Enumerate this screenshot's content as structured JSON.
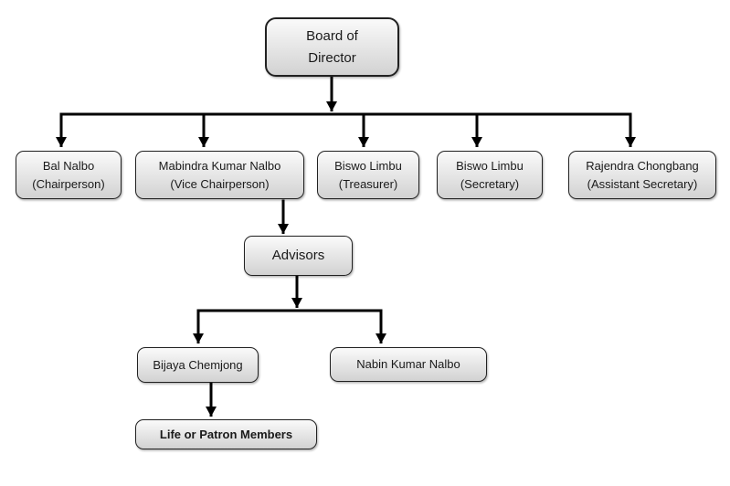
{
  "colors": {
    "background": "#ffffff",
    "box_border": "#212121",
    "box_fill_top": "#fafafa",
    "box_fill_bottom": "#d2d2d2",
    "connector": "#000000",
    "text": "#1a1a1a"
  },
  "chart_data": {
    "type": "org-chart",
    "nodes": {
      "board": {
        "lines": [
          "Board of",
          "Director"
        ]
      },
      "chairperson": {
        "lines": [
          "Bal Nalbo",
          "(Chairperson)"
        ]
      },
      "vice_chairperson": {
        "lines": [
          "Mabindra Kumar Nalbo",
          "(Vice Chairperson)"
        ]
      },
      "treasurer": {
        "lines": [
          "Biswo Limbu",
          "(Treasurer)"
        ]
      },
      "secretary": {
        "lines": [
          "Biswo Limbu",
          "(Secretary)"
        ]
      },
      "assistant_secretary": {
        "lines": [
          "Rajendra Chongbang",
          "(Assistant Secretary)"
        ]
      },
      "advisors": {
        "lines": [
          "Advisors"
        ]
      },
      "advisor_bijaya": {
        "lines": [
          "Bijaya Chemjong"
        ]
      },
      "advisor_nabin": {
        "lines": [
          "Nabin Kumar Nalbo"
        ]
      },
      "members": {
        "lines": [
          "Life or Patron Members"
        ]
      }
    },
    "edges": [
      {
        "from": "board",
        "to": "chairperson"
      },
      {
        "from": "board",
        "to": "vice_chairperson"
      },
      {
        "from": "board",
        "to": "treasurer"
      },
      {
        "from": "board",
        "to": "secretary"
      },
      {
        "from": "board",
        "to": "assistant_secretary"
      },
      {
        "from": "vice_chairperson",
        "to": "advisors"
      },
      {
        "from": "advisors",
        "to": "advisor_bijaya"
      },
      {
        "from": "advisors",
        "to": "advisor_nabin"
      },
      {
        "from": "advisor_bijaya",
        "to": "members"
      }
    ]
  }
}
